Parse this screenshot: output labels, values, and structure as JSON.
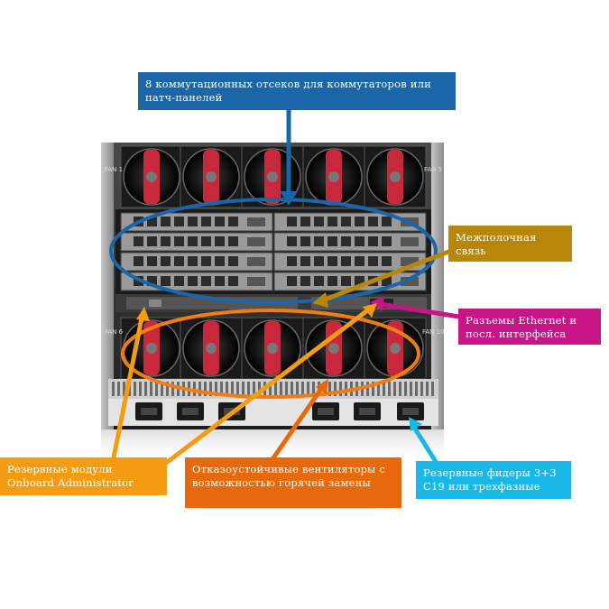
{
  "callouts": {
    "switch_bays": "8 коммутационных отсеков для коммутаторов или патч-панелей",
    "midplane": "Межполочная связь",
    "ethernet": "Разъемы Ethernet и посл. интерфейса",
    "onboard_admin": "Резервные модули Onboard Administrator",
    "fans": "Отказоустойчивые вентиляторы с возможностью горячей замены",
    "power": "Резервные фидеры 3+3 C19 или трехфазные"
  },
  "fan_labels": {
    "top_left": "FAN 1",
    "top_right": "FAN 5",
    "bottom_left": "FAN 6",
    "bottom_right": "FAN 10"
  },
  "colors": {
    "blue_callout": "#1a66a8",
    "gold_callout": "#b8860b",
    "magenta_callout": "#c71585",
    "orange_callout": "#f39c12",
    "deep_orange_callout": "#e8680c",
    "cyan_callout": "#1ab8e6",
    "fan_red": "#c8283c",
    "chassis": "#2a2a2a"
  }
}
